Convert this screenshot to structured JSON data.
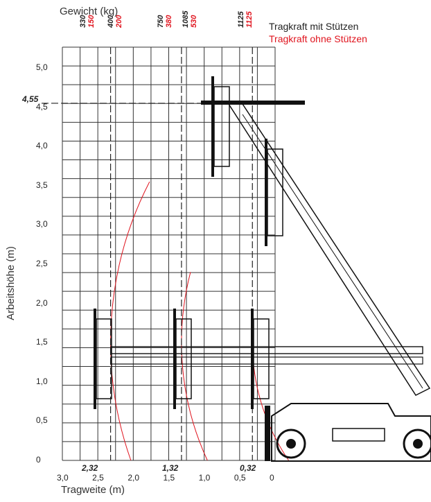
{
  "header": {
    "weight_title": "Gewicht (kg)"
  },
  "legend": {
    "with_outriggers": "Tragkraft mit Stützen",
    "without_outriggers": "Tragkraft ohne Stützen",
    "color_with": "#222222",
    "color_without": "#e0141e"
  },
  "axes": {
    "y_title": "Arbeitshöhe (m)",
    "x_title": "Tragweite (m)",
    "y_ticks": [
      "0",
      "0,5",
      "1,0",
      "1,5",
      "2,0",
      "2,5",
      "3,0",
      "3,5",
      "4,0",
      "4,5",
      "5,0"
    ],
    "x_ticks": [
      "3,0",
      "2,5",
      "2,0",
      "1,5",
      "1,0",
      "0,5",
      "0"
    ]
  },
  "load_labels": [
    {
      "black": "330",
      "red": "150"
    },
    {
      "black": "400",
      "red": "200"
    },
    {
      "black": "750",
      "red": "380"
    },
    {
      "black": "1085",
      "red": "530"
    },
    {
      "black": "1125",
      "red": "1125"
    }
  ],
  "reach_markers": [
    "2,32",
    "1,32",
    "0,32"
  ],
  "height_marker": "4,55",
  "chart_data": {
    "type": "diagram",
    "x_axis": {
      "label": "Tragweite (m)",
      "range": [
        3.0,
        0
      ],
      "ticks": [
        3.0,
        2.5,
        2.0,
        1.5,
        1.0,
        0.5,
        0
      ]
    },
    "y_axis": {
      "label": "Arbeitshöhe (m)",
      "range": [
        0,
        5.0
      ],
      "ticks": [
        0,
        0.5,
        1.0,
        1.5,
        2.0,
        2.5,
        3.0,
        3.5,
        4.0,
        4.5,
        5.0
      ]
    },
    "marked_reaches": [
      2.32,
      1.32,
      0.32
    ],
    "marked_height": 4.55,
    "grid": true
  }
}
